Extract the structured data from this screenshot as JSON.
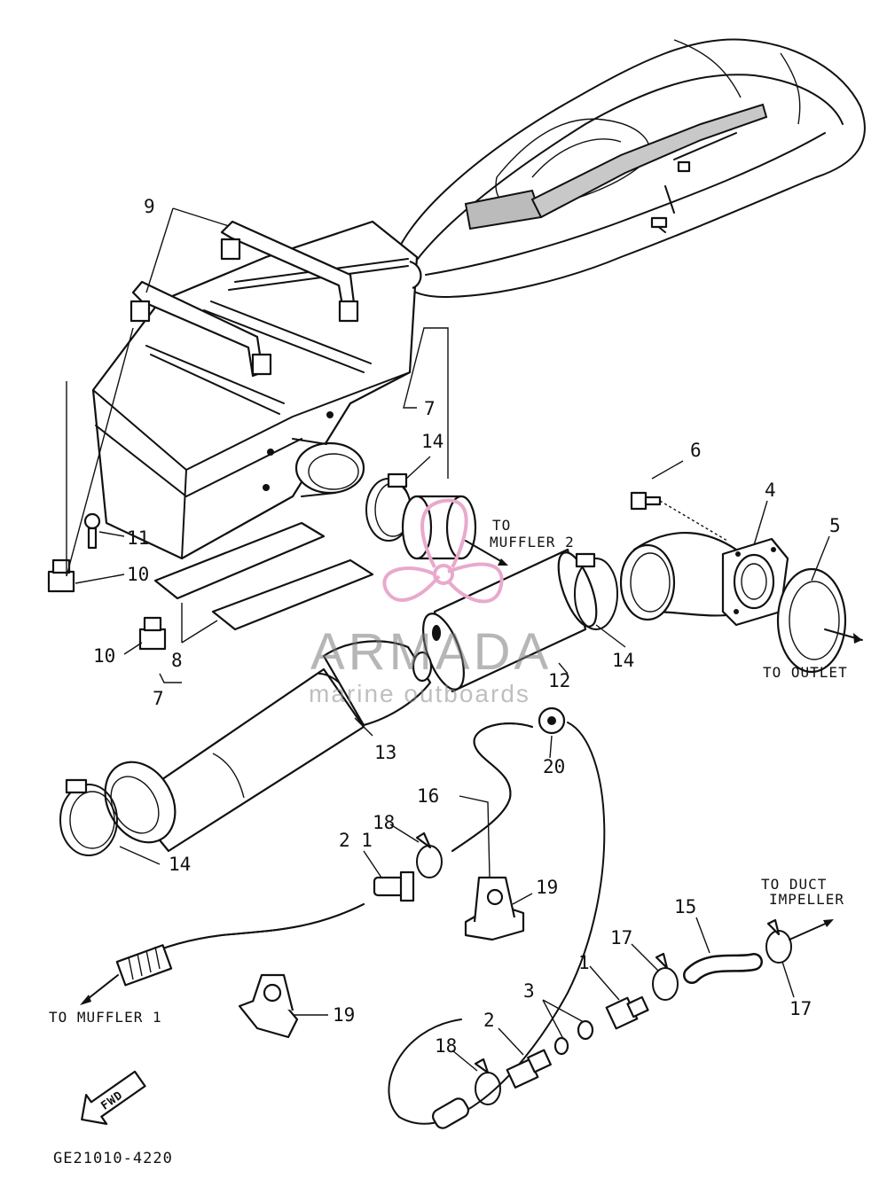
{
  "diagram_code": "GE21010-4220",
  "watermark": {
    "brand": "ARMADA",
    "tagline": "marine outboards",
    "accent_color": "#e9a9cc"
  },
  "callouts": {
    "c1": "1",
    "c2": "2",
    "c3": "3",
    "c4": "4",
    "c5": "5",
    "c6": "6",
    "c7a": "7",
    "c7b": "7",
    "c8": "8",
    "c9": "9",
    "c10a": "10",
    "c10b": "10",
    "c11": "11",
    "c12": "12",
    "c13": "13",
    "c14a": "14",
    "c14b": "14",
    "c14c": "14",
    "c15": "15",
    "c16": "16",
    "c17a": "17",
    "c17b": "17",
    "c18a": "18",
    "c18b": "18",
    "c19a": "19",
    "c19b": "19",
    "c20": "20",
    "c21": "2 1"
  },
  "directions": {
    "to_muffler_2_l1": "TO",
    "to_muffler_2_l2": "MUFFLER 2",
    "to_outlet": "TO OUTLET",
    "to_duct_l1": "TO DUCT",
    "to_duct_l2": "IMPELLER",
    "to_muffler_1": "TO MUFFLER 1",
    "fwd": "FWD"
  },
  "icons": [
    "craft-silhouette",
    "fwd-arrow-icon",
    "propeller-logo-icon"
  ]
}
